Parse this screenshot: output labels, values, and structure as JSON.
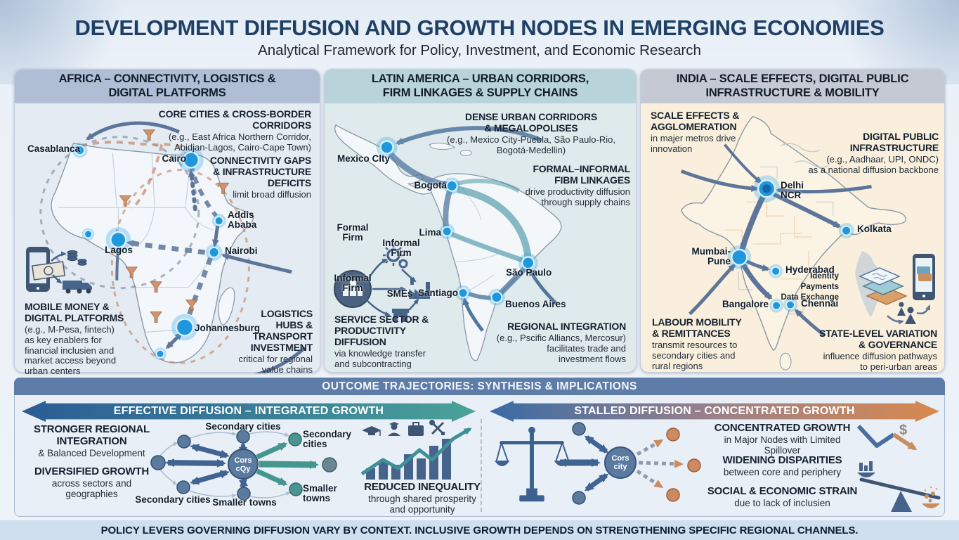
{
  "page": {
    "title": "DEVELOPMENT DIFFUSION AND GROWTH NODES IN EMERGING ECONOMIES",
    "subtitle": "Analytical Framework for Policy, Investment, and Economic Research",
    "footer": "POLICY LEVERS GOVERNING DIFFUSION VARY BY CONTEXT. INCLUSIVE GROWTH DEPENDS ON STRENGTHENING SPECIFIC REGIONAL CHANNELS."
  },
  "panels": {
    "africa": {
      "header": "AFRICA – CONNECTIVITY, LOGISTICS &\nDIGITAL PLATFORMS",
      "cities": {
        "casablanca": "Casablanca",
        "cairo": "Cairo",
        "lagos": "Lagos",
        "addis": "Addis\nAbaba",
        "nairobi": "Nairobi",
        "johannesburg": "Johannesburg"
      },
      "annotations": {
        "core_cities": {
          "title": "CORE CITIES & CROSS-BORDER CORRIDORS",
          "detail": "(e.g., East Africa Northern Corridor,\nAbidjan-Lagos, Cairo-Cape Town)"
        },
        "connectivity": {
          "title": "CONNECTIVITY GAPS\n& INFRASTRUCTURE\nDEFICITS",
          "detail": "limit broad diffusion"
        },
        "mobile_money": {
          "title": "MOBILE MONEY &\nDIGITAL PLATFORMS",
          "detail": "(e.g., M-Pesa, fintech)\nas key enablers for\nfinancial inclusien and\nmarket access beyond\nurban centers"
        },
        "logistics": {
          "title": "LOGISTICS\nHUBS &\nTRANSPORT\nINVESTMENT",
          "detail": "critical for regional\nvalue chains"
        }
      }
    },
    "latam": {
      "header": "LATIN AMERICA – URBAN CORRIDORS,\nFIRM LINKAGES & SUPPLY CHAINS",
      "cities": {
        "mexico_city": "Mexico Clty",
        "bogota": "Bogotá",
        "lima": "Lima",
        "santiago": "Santiago",
        "sao_paulo": "São Paulo",
        "buenos_aires": "Buenos Aires"
      },
      "firm_diagram": {
        "formal": "Formal\nFirm",
        "informal_hub": "Informal\nFirm",
        "informal_gear": "Informal\nFirm",
        "smes": "SMEs"
      },
      "annotations": {
        "dense_urban": {
          "title": "DENSE URBAN CORRIDORS\n& MEGALOPOLISES",
          "detail": "(e.g., Mexico City-Puebla, São Paulo-Rio,\nBogotá-Medellin)"
        },
        "firm_linkages": {
          "title": "FORMAL–INFORMAL\nFIBM LINKAGES",
          "detail": "drive productivity diffusion\nthrough supply chains"
        },
        "service_sector": {
          "title": "SERVICE SECTOR &\nPRODUCTIVITY\nDIFFUSION",
          "detail": "via knowledge transfer\nand subcontracting"
        },
        "regional_integration": {
          "title": "REGIONAL INTEGRATION",
          "detail": "(e.g., Pscific Alliancs, Mercosur)\nfacilitates trade and\ninvestment flows"
        }
      }
    },
    "india": {
      "header": "INDIA – SCALE EFFECTS, DIGITAL PUBLIC\nINFRASTRUCTURE & MOBILITY",
      "cities": {
        "delhi": "Delhi\nNCR",
        "kolkata": "Kolkata",
        "mumbai_pune": "Mumbai-\nPune",
        "hyderabad": "Hyderabad",
        "bangalore": "Bangalore",
        "chennai": "Chennai"
      },
      "stack": {
        "layer1": "Identity",
        "layer2": "Payments",
        "layer3": "Data Exchange"
      },
      "annotations": {
        "scale_effects": {
          "title": "SCALE EFFECTS &\nAGGLOMERATION",
          "detail": "in majer metros drive\ninnovation"
        },
        "digital_public": {
          "title": "DIGITAL PUBLIC\nINFRASTRUCTURE",
          "detail": "(e.g., Aadhaar, UPI, ONDC)\nas a national diffusion backbone"
        },
        "labour_mobility": {
          "title": "LABOUR MOBILITY\n& REMITTANCES",
          "detail": "transmit resources to\nsecondary cities and\nrural regions"
        },
        "state_level": {
          "title": "STATE-LEVEL VARIATION\n& GOVERNANCE",
          "detail": "influence diffusion pathways\nto peri-urban areas"
        }
      }
    }
  },
  "outcomes": {
    "banner": "OUTCOME TRAJECTORIES: SYNTHESIS & IMPLICATIONS",
    "effective": {
      "ribbon": "EFFECTIVE DIFFUSION – INTEGRATED GROWTH",
      "blocks": {
        "integration": {
          "title": "STRONGER REGIONAL\nINTEGRATION",
          "detail": "& Balanced Development"
        },
        "diversified": {
          "title": "DIVERSIFIED GROWTH",
          "detail": "across sectors and\ngeographies"
        }
      },
      "network": {
        "core": "Cors\ncQy",
        "labels": {
          "top": "Secondary cities",
          "right_top": "Secondary\ncities",
          "bottom": "Smaller towns",
          "right_bottom": "Smaller\ntowns",
          "bottom_left": "Secondary cities"
        }
      },
      "result": {
        "title": "REDUCED INEQUALITY",
        "detail": "through shared prosperity\nand opportunity"
      }
    },
    "stalled": {
      "ribbon": "STALLED DIFFUSION – CONCENTRATED GROWTH",
      "network": {
        "core": "Cors\ncity"
      },
      "blocks": {
        "concentrated": {
          "title": "CONCENTRATED GROWTH",
          "detail": "in Major Nodes with Limited Spillover"
        },
        "disparities": {
          "title": "WIDENING DISPARITIES",
          "detail": "between core and periphery"
        },
        "strain": {
          "title": "SOCIAL & ECONOMIC STRAIN",
          "detail": "due to lack of inclusien"
        }
      },
      "currency_symbol": "$"
    }
  },
  "icons": {
    "africa": [
      "smartphone-banknote-icon",
      "coin-stack-icon",
      "delivery-truck-icon",
      "funnel-icon"
    ],
    "latam": [
      "firm-hub-icon",
      "gears-icon",
      "factory-icon",
      "storefront-icon"
    ],
    "india": [
      "layer-stack-icon",
      "smartphone-wallet-icon",
      "migrants-icon"
    ],
    "effective": [
      "graduation-cap-icon",
      "graduate-icon",
      "briefcase-icon",
      "crossed-tools-icon",
      "rising-chart-icon"
    ],
    "stalled": [
      "balance-scales-icon",
      "falling-arrow-dollar-icon",
      "imbalance-seesaw-icon"
    ]
  },
  "colors": {
    "title_navy": "#1e4066",
    "banner_blue": "#5d7ca8",
    "node_blue": "#29a3e8",
    "arrow_slate": "#5d7598",
    "corridor_orange": "#c4876b",
    "effective_teal": "#3f8f96",
    "stalled_orange": "#d9884e",
    "africa_bg": "#e4ebf2",
    "africa_header_bg": "#afbed4",
    "latam_bg": "#dfeaec",
    "latam_header_bg": "#b9d3da",
    "india_bg": "#f9efdc",
    "india_header_bg": "#c4c9d3",
    "footer_bg": "#cfdfee"
  }
}
